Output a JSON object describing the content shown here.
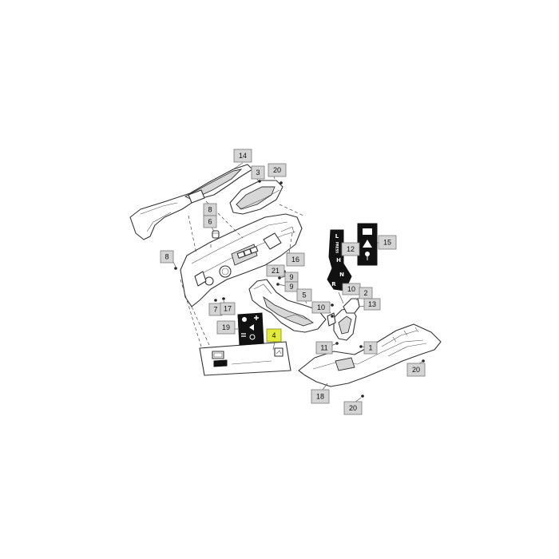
{
  "callouts": {
    "c14": "14",
    "c3": "3",
    "c20a": "20",
    "c8a": "8",
    "c6": "6",
    "c8b": "8",
    "c16": "16",
    "c21": "21",
    "c9a": "9",
    "c9b": "9",
    "c7": "7",
    "c17": "17",
    "c19": "19",
    "c4": "4",
    "c5": "5",
    "c10a": "10",
    "c12": "12",
    "c15": "15",
    "c10b": "10",
    "c2": "2",
    "c13": "13",
    "c11": "11",
    "c1": "1",
    "c18": "18",
    "c20b": "20",
    "c20c": "20"
  },
  "decals": {
    "shift_letters": [
      "L",
      "H",
      "N",
      "R"
    ],
    "shift_word": "PRESS"
  },
  "colors": {
    "callout_fill": "#d4d4d4",
    "callout_highlight": "#e2ea3a",
    "line": "#333333",
    "decal": "#111111"
  },
  "icons": {
    "decal_19_symbols": [
      "light-icon",
      "plus-icon",
      "horn-icon",
      "equals-icon",
      "fan-icon"
    ],
    "decal_15_symbols": [
      "engine-icon",
      "warning-icon",
      "key-icon"
    ]
  }
}
